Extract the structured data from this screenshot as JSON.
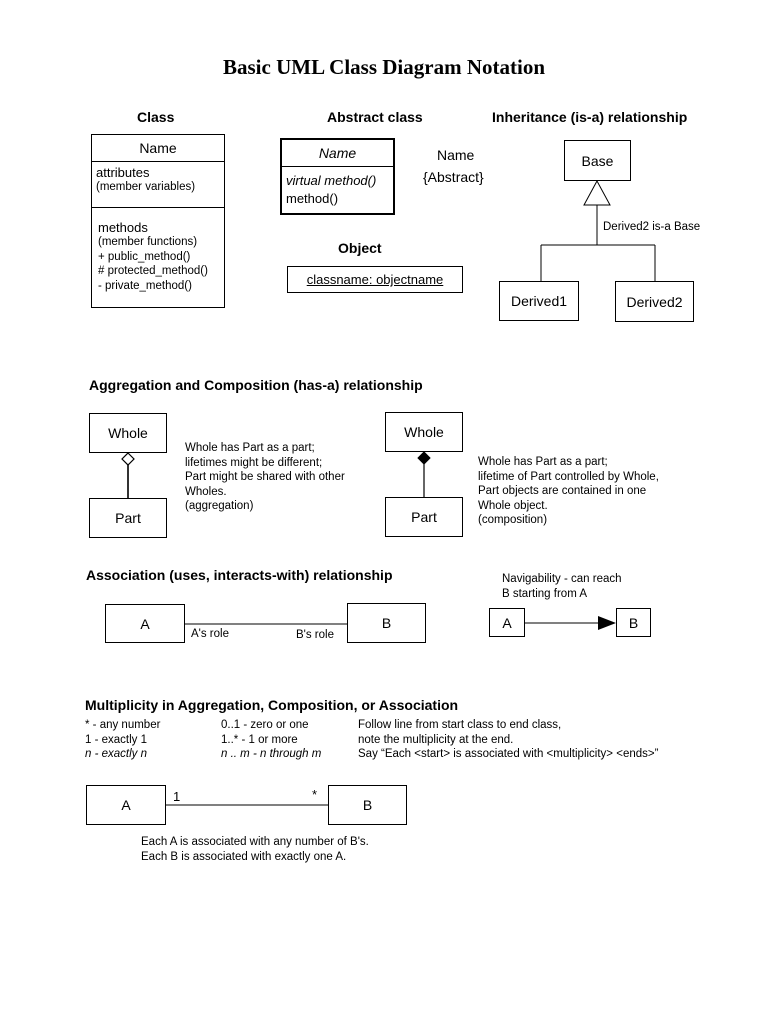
{
  "title": "Basic UML Class Diagram Notation",
  "class_section": {
    "heading": "Class",
    "name": "Name",
    "attributes": "attributes",
    "attributes_note": "(member  variables)",
    "methods": "methods",
    "methods_lines": [
      "(member functions)",
      "+ public_method()",
      "# protected_method()",
      "- private_method()"
    ]
  },
  "abstract_section": {
    "heading": "Abstract class",
    "name": "Name",
    "virtual_method": "virtual method()",
    "method": "method()",
    "alt_name": "Name",
    "alt_abstract": "{Abstract}"
  },
  "object_section": {
    "heading": "Object",
    "label": "classname: objectname"
  },
  "inheritance_section": {
    "heading": "Inheritance (is-a) relationship",
    "base": "Base",
    "derived1": "Derived1",
    "derived2": "Derived2",
    "note": "Derived2 is-a Base"
  },
  "aggregation_section": {
    "heading": "Aggregation and Composition (has-a) relationship",
    "aggregation": {
      "whole": "Whole",
      "part": "Part",
      "lines": [
        "Whole has Part as a part;",
        "lifetimes might be different;",
        "Part might be shared with other",
        "Wholes.",
        "(aggregation)"
      ]
    },
    "composition": {
      "whole": "Whole",
      "part": "Part",
      "lines": [
        "Whole has Part as a part;",
        "lifetime of Part controlled by Whole,",
        "Part objects are contained in one",
        "Whole object.",
        "(composition)"
      ]
    }
  },
  "association_section": {
    "heading": "Association (uses, interacts-with) relationship",
    "a": "A",
    "b": "B",
    "a_role": "A's role",
    "b_role": "B's role",
    "navigability_lines": [
      "Navigability - can reach",
      "B starting from A"
    ],
    "nav_a": "A",
    "nav_b": "B"
  },
  "multiplicity_section": {
    "heading": "Multiplicity  in Aggregation, Composition, or Association",
    "col1": [
      "* - any number",
      "1 - exactly 1",
      "n - exactly n"
    ],
    "col2": [
      "0..1 - zero or one",
      "1..* - 1 or more",
      "n .. m - n through m"
    ],
    "col3": [
      "Follow line from start class to end class,",
      "note the multiplicity at the end.",
      "Say “Each <start> is associated with <multiplicity> <ends>”"
    ],
    "a": "A",
    "b": "B",
    "mult_a": "1",
    "mult_b": "*",
    "example_lines": [
      "Each A is associated with any number of B's.",
      "Each B is associated with exactly one A."
    ]
  }
}
